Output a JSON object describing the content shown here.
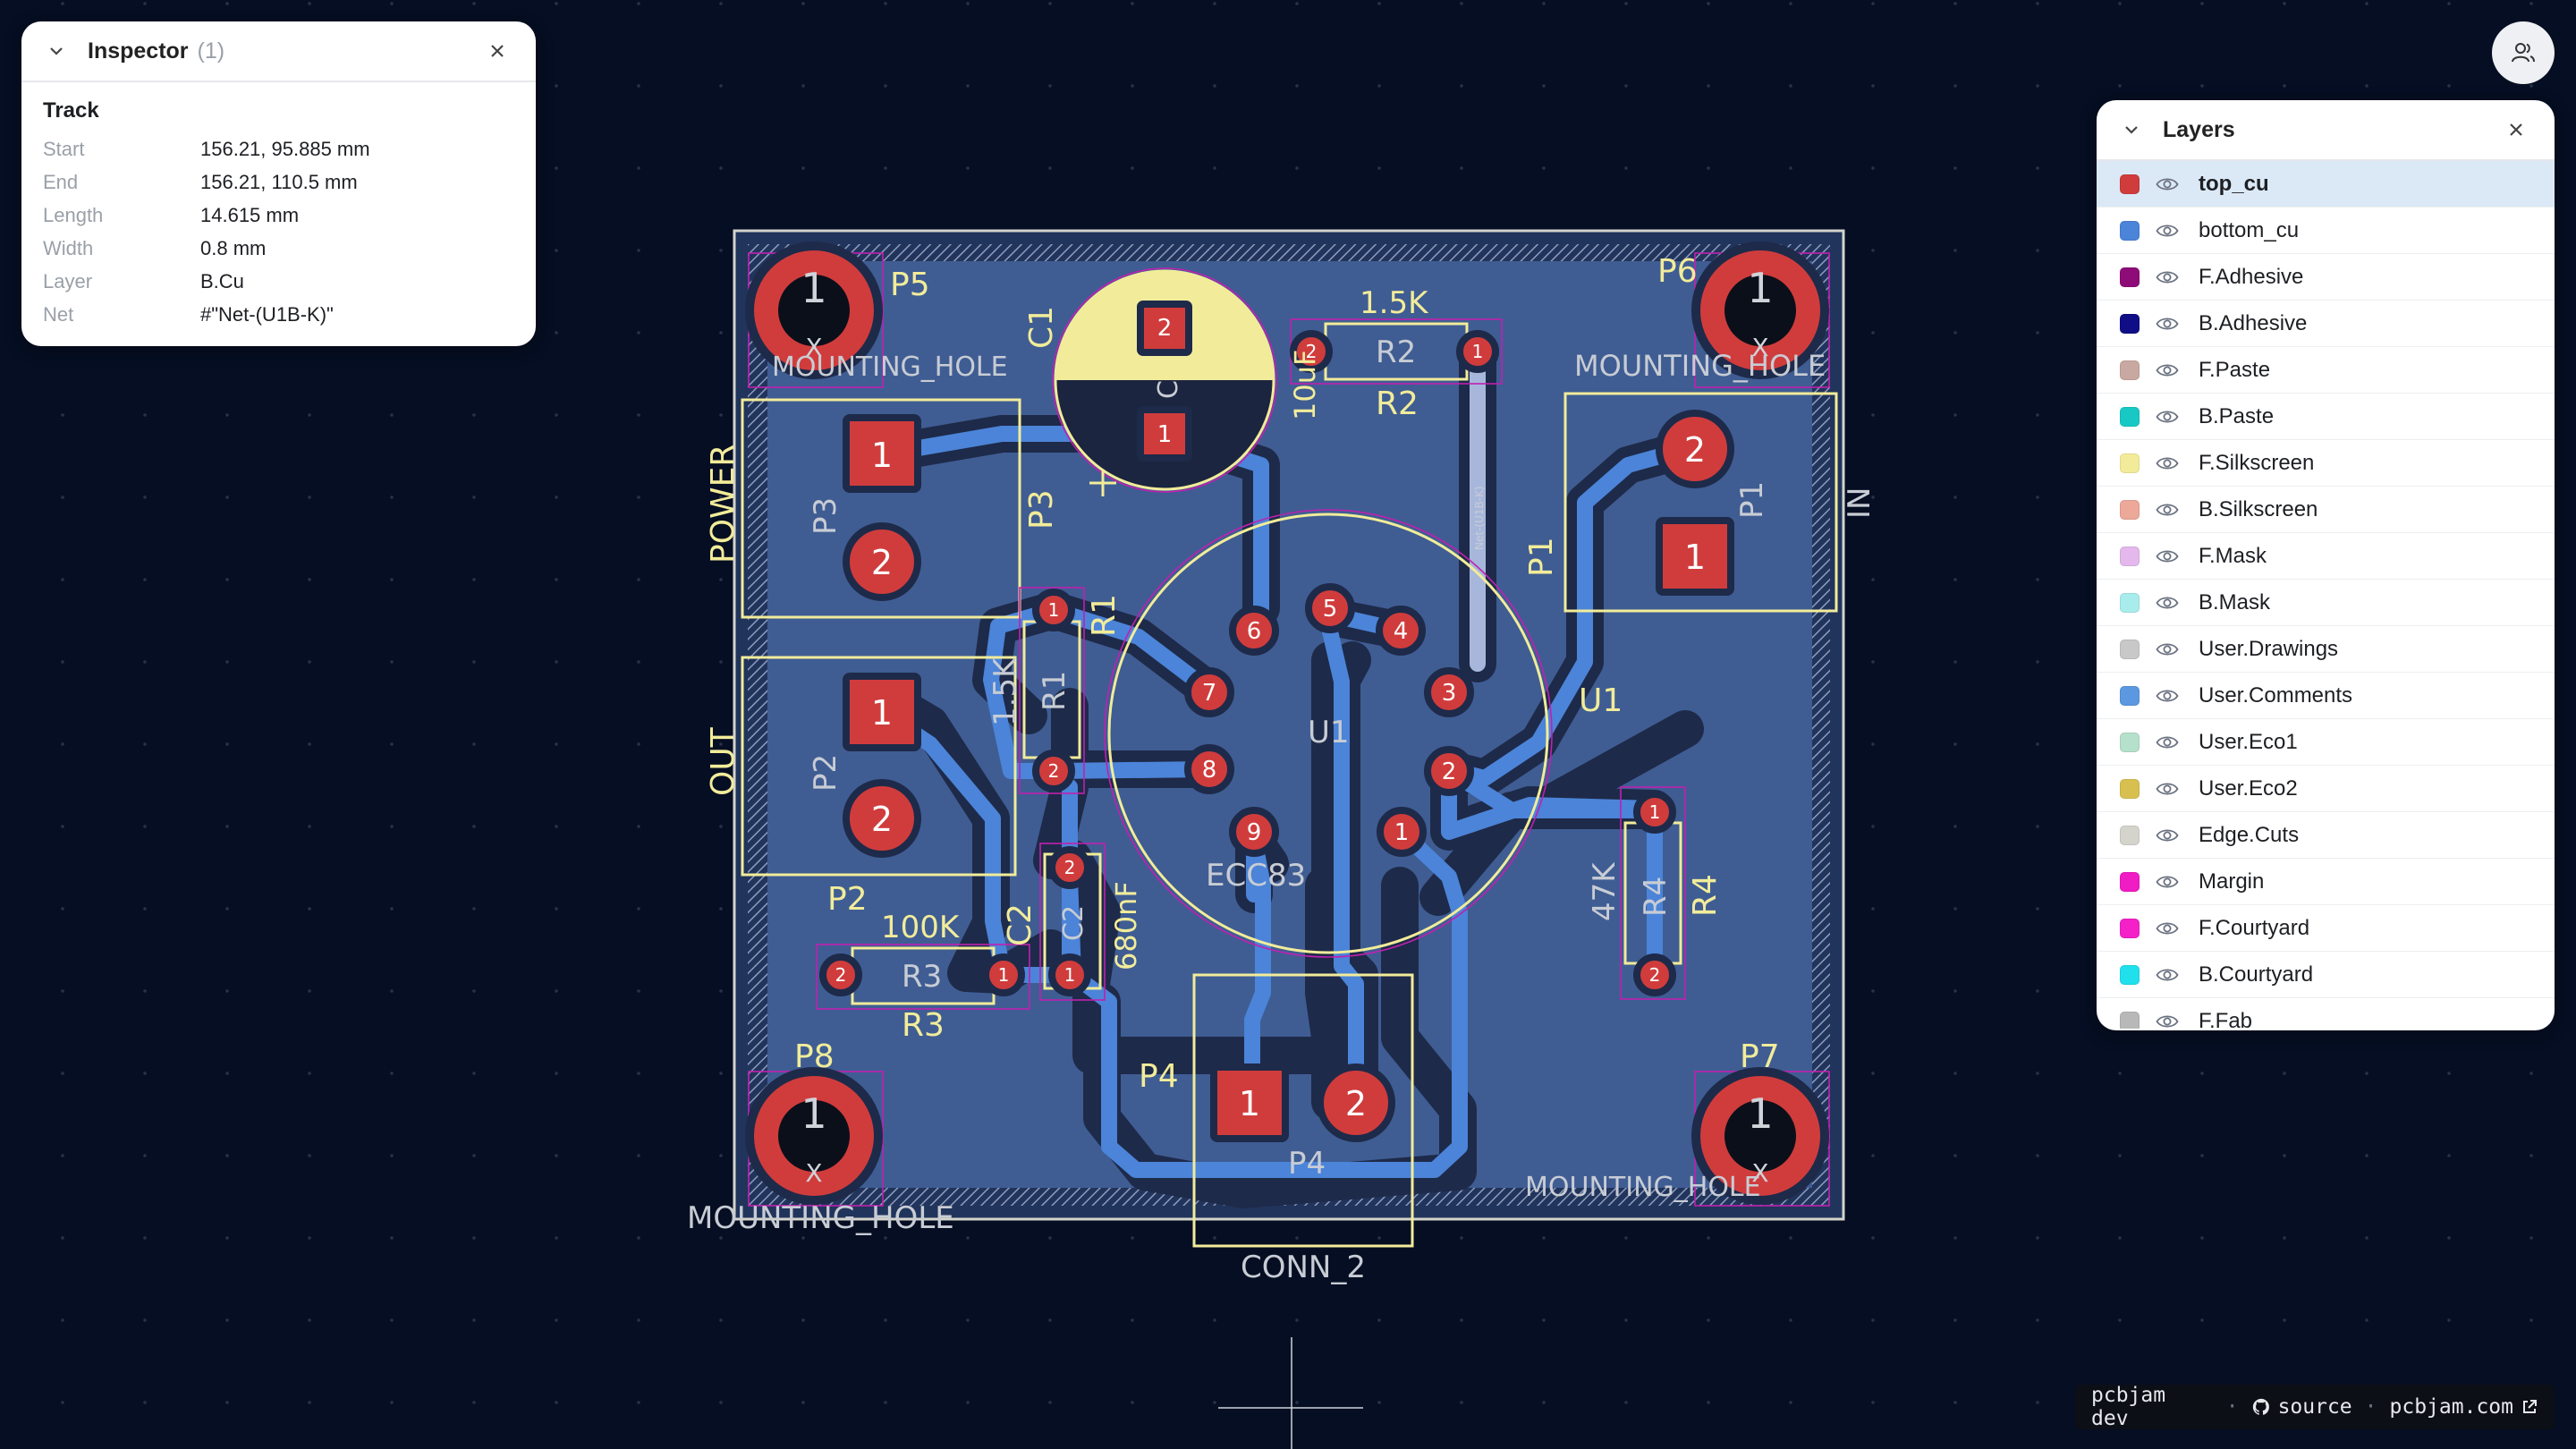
{
  "inspector": {
    "title": "Inspector",
    "count": "(1)",
    "heading": "Track",
    "rows": [
      {
        "key": "Start",
        "value": "156.21, 95.885 mm"
      },
      {
        "key": "End",
        "value": "156.21, 110.5 mm"
      },
      {
        "key": "Length",
        "value": "14.615 mm"
      },
      {
        "key": "Width",
        "value": "0.8 mm"
      },
      {
        "key": "Layer",
        "value": "B.Cu"
      },
      {
        "key": "Net",
        "value": "#\"Net-(U1B-K)\""
      }
    ]
  },
  "layers_panel": {
    "title": "Layers",
    "items": [
      {
        "name": "top_cu",
        "color": "#d03c3c",
        "active": true
      },
      {
        "name": "bottom_cu",
        "color": "#4b84d8"
      },
      {
        "name": "F.Adhesive",
        "color": "#8e0c78"
      },
      {
        "name": "B.Adhesive",
        "color": "#0f0e86"
      },
      {
        "name": "F.Paste",
        "color": "#c8a8a0"
      },
      {
        "name": "B.Paste",
        "color": "#18c8c4"
      },
      {
        "name": "F.Silkscreen",
        "color": "#f2ec9a"
      },
      {
        "name": "B.Silkscreen",
        "color": "#eca898"
      },
      {
        "name": "F.Mask",
        "color": "#e4b8ec"
      },
      {
        "name": "B.Mask",
        "color": "#a8ecec"
      },
      {
        "name": "User.Drawings",
        "color": "#c8c8c8"
      },
      {
        "name": "User.Comments",
        "color": "#5c98e0"
      },
      {
        "name": "User.Eco1",
        "color": "#b4e0cc"
      },
      {
        "name": "User.Eco2",
        "color": "#d8c050"
      },
      {
        "name": "Edge.Cuts",
        "color": "#d4d4cc"
      },
      {
        "name": "Margin",
        "color": "#f01cc4"
      },
      {
        "name": "F.Courtyard",
        "color": "#f420c8"
      },
      {
        "name": "B.Courtyard",
        "color": "#20e0ec"
      },
      {
        "name": "F.Fab",
        "color": "#b8b8b8"
      }
    ]
  },
  "footer": {
    "app": "pcbjam dev",
    "source": "source",
    "site": "pcbjam.com"
  },
  "icons": {
    "collapse": "chevron-down-icon",
    "close": "close-icon",
    "visibility": "eye-icon",
    "users": "users-icon",
    "github": "github-icon",
    "external": "external-link-icon"
  },
  "board": {
    "labels": {
      "p5": "P5",
      "p6": "P6",
      "p7": "P7",
      "p8": "P8",
      "mounting_hole": "MOUNTING_HOLE",
      "mh_x": "X",
      "c1": "C1",
      "c1_fab": "C",
      "c1_val": "10uF",
      "r2_val": "1.5K",
      "r2_fab": "R2",
      "r2": "R2",
      "power": "POWER",
      "p3_fab": "P3",
      "p3": "P3",
      "r1": "R1",
      "r1_fab": "R1",
      "r1_val": "1.5K",
      "out": "OUT",
      "p2_fab": "P2",
      "p2": "P2",
      "r3_val": "100K",
      "r3_fab": "R3",
      "r3": "R3",
      "c2": "C2",
      "c2_fab": "C2",
      "c2_val": "680nF",
      "u1": "U1",
      "u1_fab": "U1",
      "u1_val": "ECC83",
      "p1": "P1",
      "p1_fab": "P1",
      "in": "IN",
      "r4": "R4",
      "r4_fab": "R4",
      "r4_val": "47K",
      "p4": "P4",
      "p4_fab": "P4",
      "conn": "CONN_2",
      "net_label": "Net-(U1B-K)"
    },
    "pins": {
      "one": "1",
      "two": "2",
      "three": "3",
      "four": "4",
      "five": "5",
      "six": "6",
      "seven": "7",
      "eight": "8",
      "nine": "9"
    }
  }
}
